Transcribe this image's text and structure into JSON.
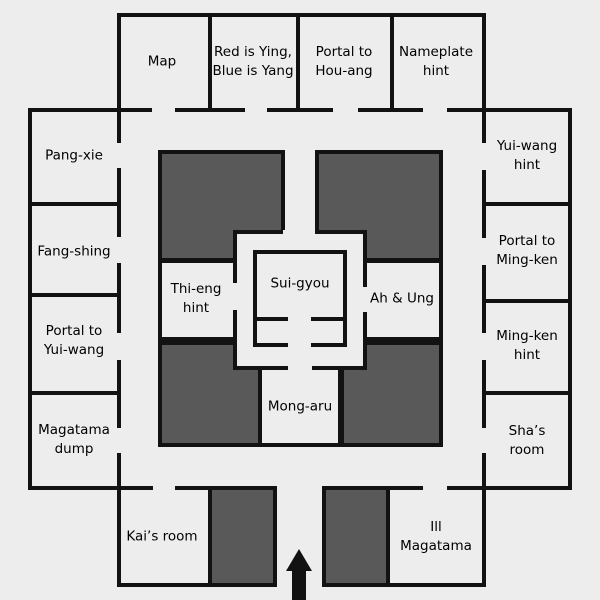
{
  "colors": {
    "background": "#ededed",
    "wall": "#121212",
    "solid_block": "#595959",
    "text": "#000000"
  },
  "icons": {
    "entrance_arrow": "up-arrow"
  },
  "rooms": {
    "map": {
      "label": "Map"
    },
    "ying_yang": {
      "label": "Red is Ying,\nBlue is Yang"
    },
    "portal_hou_ang": {
      "label": "Portal to\nHou-ang"
    },
    "nameplate_hint": {
      "label": "Nameplate\nhint"
    },
    "pang_xie": {
      "label": "Pang-xie"
    },
    "fang_shing": {
      "label": "Fang-shing"
    },
    "portal_yui_wang": {
      "label": "Portal to\nYui-wang"
    },
    "magatama_dump": {
      "label": "Magatama\ndump"
    },
    "yui_wang_hint": {
      "label": "Yui-wang\nhint"
    },
    "portal_ming_ken": {
      "label": "Portal to\nMing-ken"
    },
    "ming_ken_hint": {
      "label": "Ming-ken\nhint"
    },
    "shas_room": {
      "label": "Sha’s room"
    },
    "kais_room": {
      "label": "Kai’s room"
    },
    "ill_magatama": {
      "label": "Ill\nMagatama"
    },
    "thi_eng_hint": {
      "label": "Thi-eng\nhint"
    },
    "sui_gyou": {
      "label": "Sui-gyou"
    },
    "ah_ung": {
      "label": "Ah & Ung"
    },
    "mong_aru": {
      "label": "Mong-aru"
    }
  }
}
